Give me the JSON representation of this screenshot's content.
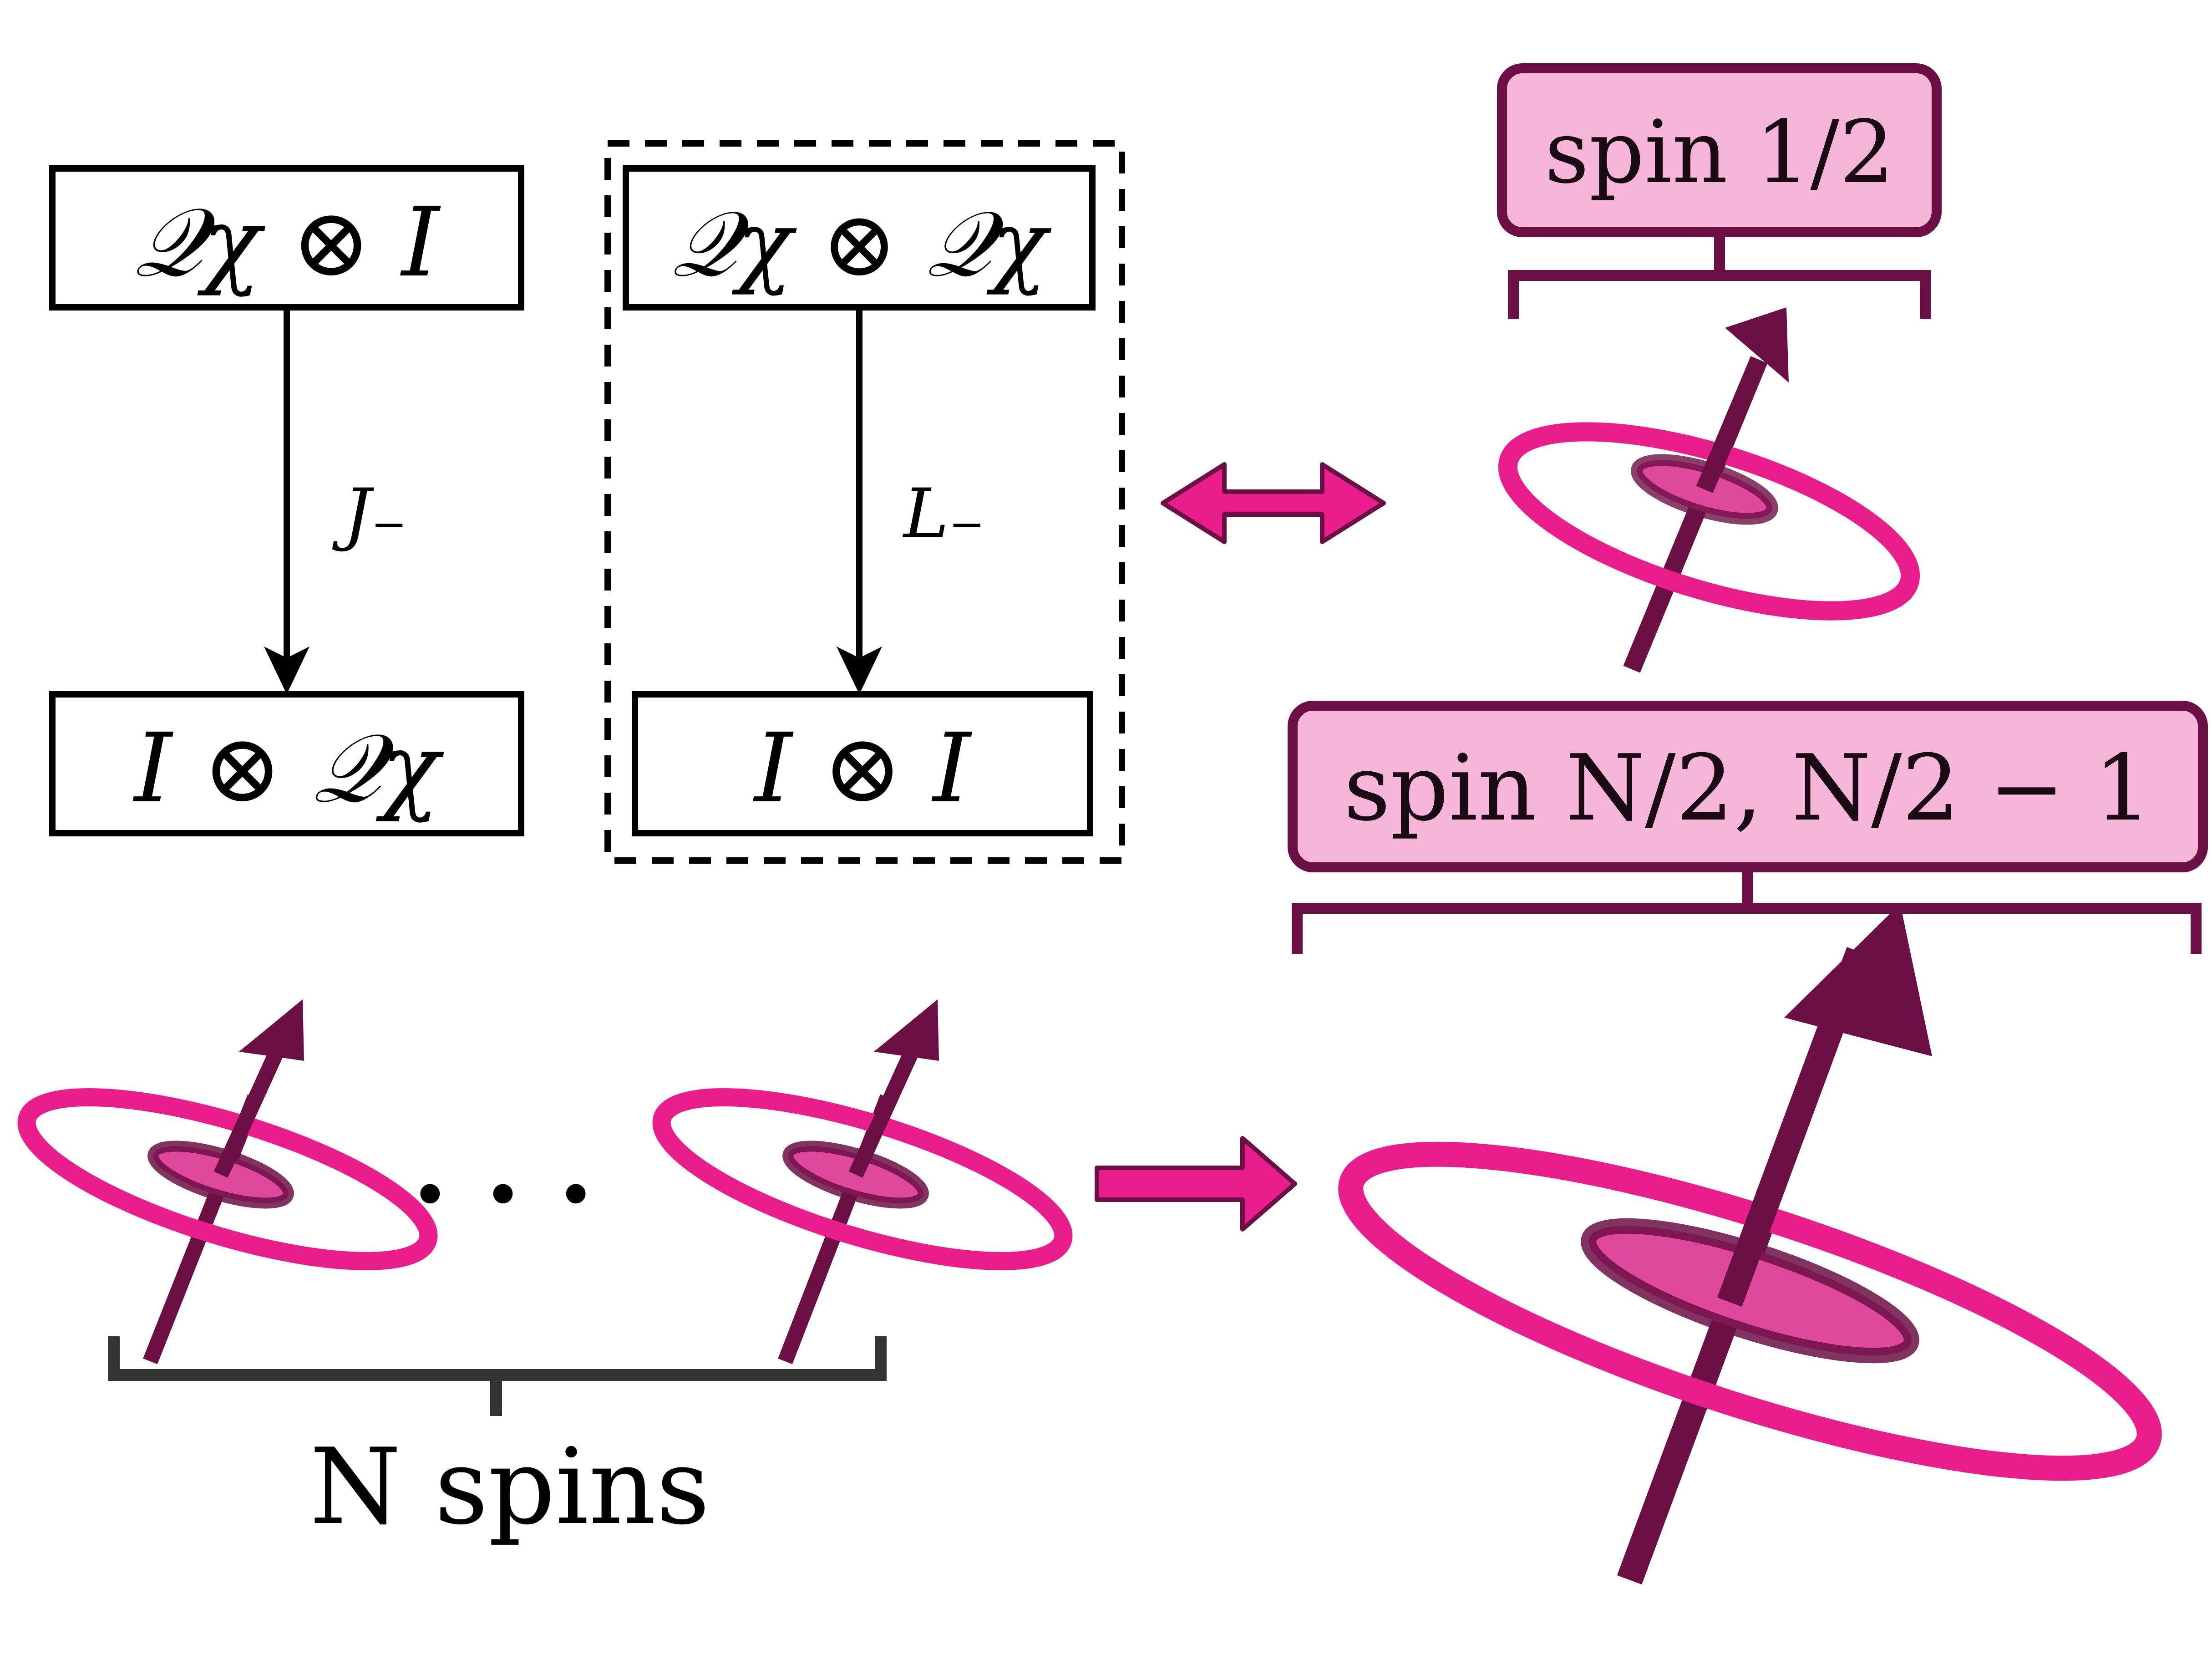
{
  "colors": {
    "magenta": "#E91E8C",
    "dark_plum": "#6B0F45",
    "label_fill": "#F7B6D9",
    "inner_disk": "#E0489B",
    "black": "#000000",
    "gray_bracket": "#333333"
  },
  "diagram": {
    "left_chain": {
      "top_box": "𝒬χ ⊗ I",
      "operator": "J₋",
      "bottom_box": "I ⊗ 𝒬χ"
    },
    "right_chain": {
      "top_box": "𝒬χ ⊗ 𝒬χ",
      "operator": "L₋",
      "bottom_box": "I ⊗ I"
    },
    "label_spin_half": "spin 1/2",
    "label_spin_big": "spin N/2, N/2 − 1",
    "ellipsis": ". . .",
    "n_spins_label": "N spins"
  }
}
